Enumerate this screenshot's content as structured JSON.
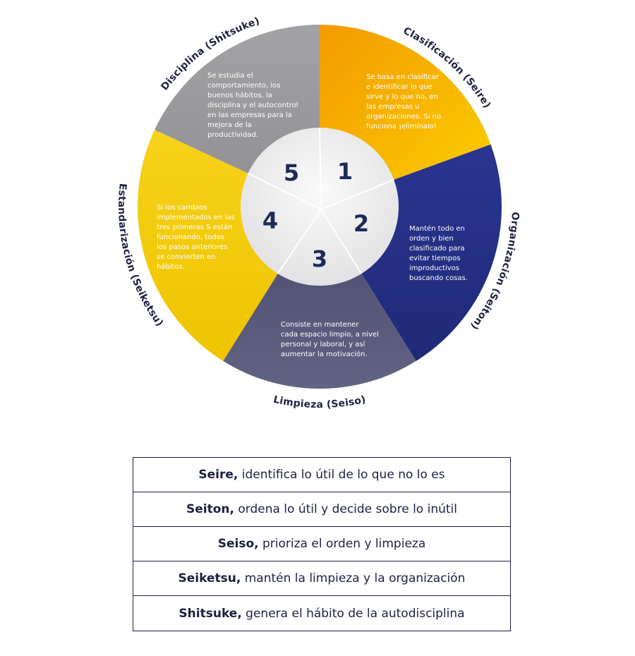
{
  "colors": {
    "seire": "#f6b800",
    "seiton": "#232f80",
    "seiso": "#4f4f76",
    "seiketsu": "#f3cc10",
    "shitsuke": "#9b9b9e",
    "center": "#eeeeef",
    "text_dark": "#1e2240"
  },
  "segments": [
    {
      "key": "seire",
      "number": "1",
      "arc_label": "Clasificación (Seire)",
      "description_lines": [
        "Se basa en clasificar",
        "e identificar lo que",
        "sirve y lo que no, en",
        "las empresas u",
        "organizaciones. Si no",
        "funciona ¡elimínalo!"
      ]
    },
    {
      "key": "seiton",
      "number": "2",
      "arc_label": "Organización (Seiton)",
      "description_lines": [
        "Mantén todo en",
        "orden y bien",
        "clasificado para",
        "evitar tiempos",
        "improductivos",
        "buscando cosas."
      ]
    },
    {
      "key": "seiso",
      "number": "3",
      "arc_label": "Limpieza (Seiso)",
      "description_lines": [
        "Consiste en mantener",
        "cada espacio limpio, a nivel",
        "personal y laboral, y así",
        "aumentar la motivación."
      ]
    },
    {
      "key": "seiketsu",
      "number": "4",
      "arc_label": "Estandarización (Seiketsu)",
      "description_lines": [
        "Si los cambios",
        "implementados en las",
        "tres primeras S están",
        "funcionando, todos",
        "los pasos anteriores",
        "se convierten en",
        "hábitos."
      ]
    },
    {
      "key": "shitsuke",
      "number": "5",
      "arc_label": "Disciplina (Shitsuke)",
      "description_lines": [
        "Se estudia el",
        "comportamiento, los",
        "buenos hábitos, la",
        "disciplina y el autocontrol",
        "en las empresas para la",
        "mejora de la",
        "productividad."
      ]
    }
  ],
  "table": [
    {
      "term": "Seire,",
      "desc": " identifica lo útil de lo que no lo es"
    },
    {
      "term": "Seiton,",
      "desc": " ordena lo útil y decide sobre lo inútil"
    },
    {
      "term": "Seiso,",
      "desc": " prioriza el orden y limpieza"
    },
    {
      "term": "Seiketsu,",
      "desc": " mantén la limpieza y la organización"
    },
    {
      "term": "Shitsuke,",
      "desc": " genera el hábito de la autodisciplina"
    }
  ]
}
